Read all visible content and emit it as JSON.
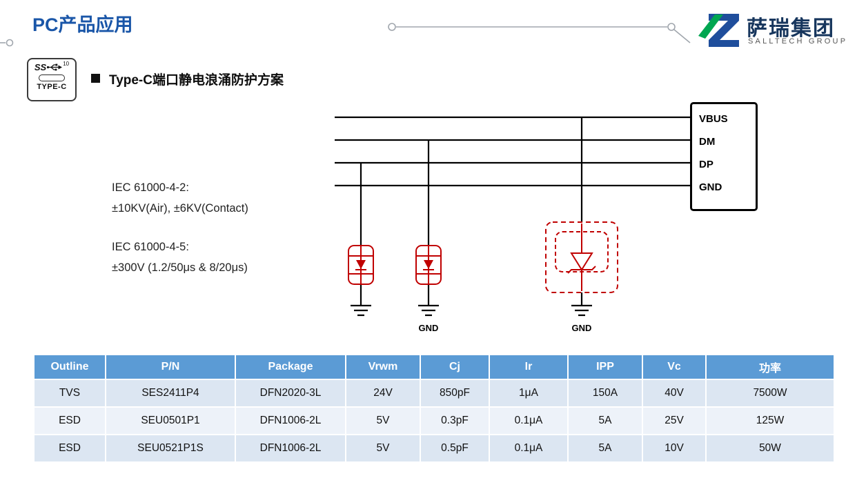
{
  "page": {
    "title": "PC产品应用"
  },
  "logo": {
    "name": "萨瑞集团",
    "subtitle": "SALLTECH GROUP"
  },
  "typec_badge": {
    "ss": "SS",
    "superscript": "10",
    "label": "TYPE-C"
  },
  "section": {
    "heading": "Type-C端口静电浪涌防护方案"
  },
  "specs": {
    "lines": [
      "IEC 61000-4-2:",
      "±10KV(Air), ±6KV(Contact)",
      "IEC 61000-4-5:",
      "±300V  (1.2/50μs & 8/20μs)"
    ]
  },
  "diagram": {
    "port_labels": [
      "VBUS",
      "DM",
      "DP",
      "GND"
    ],
    "gnd_labels": [
      "GND",
      "GND"
    ]
  },
  "table": {
    "headers": [
      "Outline",
      "P/N",
      "Package",
      "Vrwm",
      "Cj",
      "Ir",
      "IPP",
      "Vc",
      "功率"
    ],
    "rows": [
      [
        "TVS",
        "SES2411P4",
        "DFN2020-3L",
        "24V",
        "850pF",
        "1μA",
        "150A",
        "40V",
        "7500W"
      ],
      [
        "ESD",
        "SEU0501P1",
        "DFN1006-2L",
        "5V",
        "0.3pF",
        "0.1μA",
        "5A",
        "25V",
        "125W"
      ],
      [
        "ESD",
        "SEU0521P1S",
        "DFN1006-2L",
        "5V",
        "0.5pF",
        "0.1μA",
        "5A",
        "10V",
        "50W"
      ]
    ]
  },
  "colors": {
    "accent_red": "#C00000",
    "table_header_blue": "#5B9BD5",
    "title_blue": "#1A56A8",
    "logo_green": "#00A651",
    "logo_blue": "#1F4E9C"
  }
}
